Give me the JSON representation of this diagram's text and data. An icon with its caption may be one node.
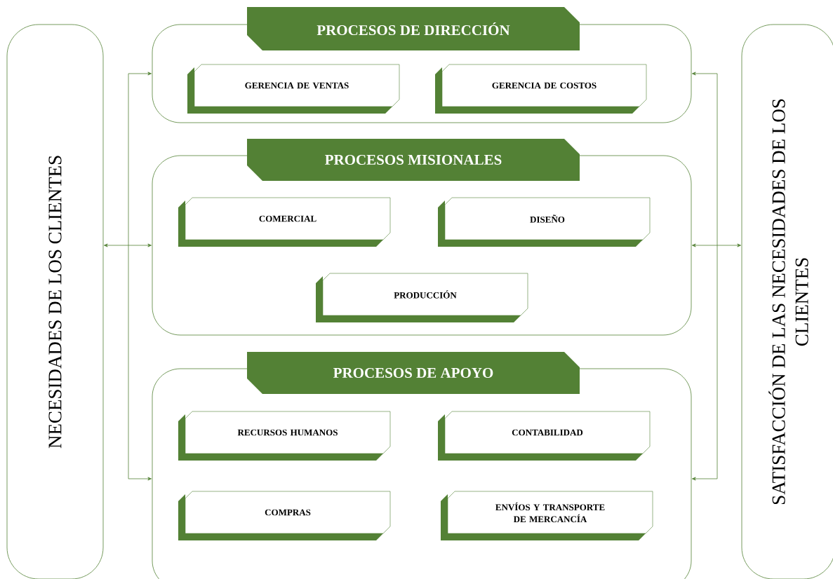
{
  "diagram": {
    "nodes": [
      {
        "text": [
          "NECESIDADES DE LOS CLIENTES"
        ]
      },
      {
        "text": [
          "PROCESOS DE DIRECCIÓN"
        ]
      },
      {
        "text": [
          "GERENCIA DE VENTAS"
        ],
        "in": 1
      },
      {
        "text": [
          "GERENCIA DE COSTOS"
        ],
        "in": 1
      },
      {
        "text": [
          "PROCESOS MISIONALES"
        ]
      },
      {
        "text": [
          "COMERCIAL"
        ],
        "in": 4
      },
      {
        "text": [
          "DISEÑO"
        ],
        "in": 4
      },
      {
        "text": [
          "PRODUCCIÓN"
        ],
        "in": 4
      },
      {
        "text": [
          "PROCESOS DE APOYO"
        ]
      },
      {
        "text": [
          "RECURSOS HUMANOS"
        ],
        "in": 8
      },
      {
        "text": [
          "CONTABILIDAD"
        ],
        "in": 8
      },
      {
        "text": [
          "COMPRAS"
        ],
        "in": 8
      },
      {
        "text": [
          "ENVÍOS Y TRANSPORTE DE MERCANCÍA"
        ],
        "in": 8
      },
      {
        "text": [
          "SATISFACCIÓN DE LAS NECESIDADES DE LOS CLIENTES"
        ]
      }
    ],
    "edges": [
      {
        "from": 0,
        "to": 1,
        "arrow": "both"
      },
      {
        "from": 0,
        "to": 4,
        "arrow": "both"
      },
      {
        "from": 0,
        "to": 8,
        "arrow": "both"
      },
      {
        "from": 13,
        "to": 1,
        "arrow": "both"
      },
      {
        "from": 13,
        "to": 4,
        "arrow": "both"
      },
      {
        "from": 13,
        "to": 8,
        "arrow": "both"
      }
    ]
  }
}
